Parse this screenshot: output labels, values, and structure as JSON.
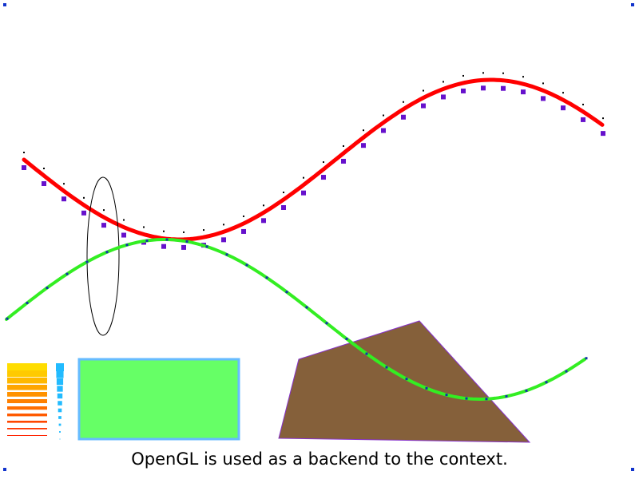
{
  "caption": "OpenGL is used as a backend to the context.",
  "colors": {
    "background": "#ffffff",
    "red_curve": "#ff0000",
    "green_curve": "#33ee22",
    "square_markers": "#6611cc",
    "dot_markers": "#000000",
    "green_dots": "#1133aa",
    "rect_fill": "#66ff66",
    "rect_border": "#66bbff",
    "polygon_fill": "#85603a",
    "polygon_border": "#8833cc",
    "corner_markers": "#1133cc",
    "gradient_top": "#ffdd00",
    "gradient_bottom": "#ff2200",
    "small_squares": "#22bbff"
  },
  "shapes": {
    "red_curve": {
      "kind": "sine-wave",
      "stroke": "red_curve"
    },
    "green_curve": {
      "kind": "sine-wave",
      "stroke": "green_curve"
    },
    "ellipse": {
      "kind": "ellipse-outline"
    },
    "rectangle": {
      "kind": "filled-rectangle"
    },
    "polygon": {
      "kind": "filled-quadrilateral"
    },
    "line_stack": {
      "kind": "horizontal-lines",
      "count": 11
    },
    "square_stack": {
      "kind": "shrinking-squares",
      "count": 11
    }
  }
}
